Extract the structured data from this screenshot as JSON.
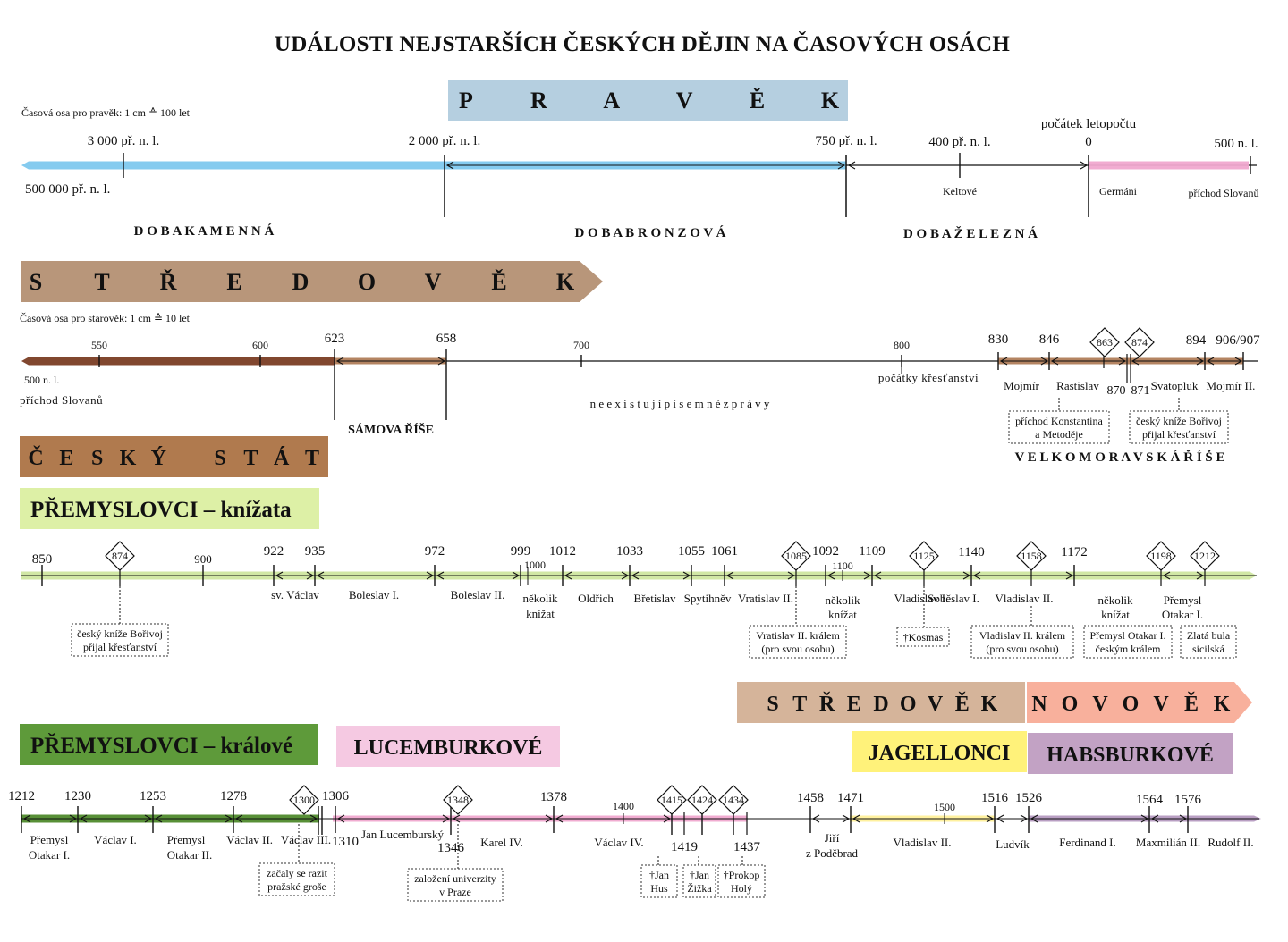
{
  "title": "UDÁLOSTI NEJSTARŠÍCH ČESKÝCH DĚJIN NA ČASOVÝCH OSÁCH",
  "colors": {
    "pravek_banner": "#b5cfe0",
    "stredovek_banner": "#b8967a",
    "cesky_stat": "#b07a4e",
    "kniza_banner": "#ddf0a6",
    "kralove_banner": "#5e9a3a",
    "lucemburkove_banner": "#f5c9e2",
    "jagellonci_banner": "#fff27a",
    "habsburkove_banner": "#c2a2c4",
    "novovek_banner": "#f8b09c",
    "stredovek2_banner": "#d5b49a",
    "axis_blue": "#7ec8ee",
    "axis_pink": "#f0a8cf",
    "axis_brown": "#b07d5a",
    "axis_dark_brown": "#7a3d24",
    "axis_green_light": "#cfe6a0",
    "axis_green_dark": "#4f8a2c",
    "axis_yellow": "#fff09a",
    "axis_purple": "#b59ac0"
  },
  "pravek": {
    "banner_letters": [
      "P",
      "R",
      "A",
      "V",
      "Ě",
      "K"
    ],
    "scale_note": "Časová osa pro pravěk: 1 cm ≙ 100 let",
    "labels_top": [
      "3 000 př. n. l.",
      "2 000 př. n. l.",
      "750 př. n. l.",
      "400 př. n. l.",
      "0",
      "500 n. l.",
      "počátek letopočtu"
    ],
    "labels_bottom": [
      "500 000 př. n. l.",
      "Keltové",
      "Germáni",
      "příchod Slovanů"
    ],
    "periods": [
      "D O B A    K A M E N N Á",
      "D O B A    B R O N Z O V Á",
      "D O B A    Ž E L E Z N Á"
    ]
  },
  "stredovek": {
    "banner_letters": [
      "S",
      "T",
      "Ř",
      "E",
      "D",
      "O",
      "V",
      "Ě",
      "K"
    ],
    "scale_note": "Časová osa pro starověk: 1 cm ≙ 10 let",
    "ticks": [
      "550",
      "600",
      "623",
      "658",
      "700",
      "800",
      "830",
      "846",
      "863",
      "874",
      "894",
      "906/907"
    ],
    "left_label_1": "500 n. l.",
    "left_label_2": "příchod Slovanů",
    "samova_rise": "SÁMOVA ŘÍŠE",
    "no_records": "n e e x i s t u j í    p í s e m n é    z p r á v y",
    "christianity_start": "počátky křesťanství",
    "rulers": [
      "Mojmír",
      "Rastislav",
      "870",
      "871",
      "Svatopluk",
      "Mojmír II."
    ],
    "note_1": [
      "příchod Konstantina",
      "a Metoděje"
    ],
    "note_2": [
      "český kníže Bořivoj",
      "přijal křesťanství"
    ],
    "velkomoravska": "V E L K O M O R A V S K Á    Ř Í Š E"
  },
  "cesky_stat": {
    "letters": [
      "Č",
      "E",
      "S",
      "K",
      "Ý",
      " ",
      "S",
      "T",
      "Á",
      "T"
    ]
  },
  "kniza": {
    "banner": "PŘEMYSLOVCI – knížata",
    "ticks": [
      "850",
      "874",
      "900",
      "922",
      "935",
      "972",
      "999",
      "1000",
      "1012",
      "1033",
      "1055",
      "1061",
      "1085",
      "1092",
      "1100",
      "1109",
      "1125",
      "1140",
      "1158",
      "1172",
      "1198",
      "1212"
    ],
    "rulers": [
      "sv. Václav",
      "Boleslav I.",
      "Boleslav II.",
      "několik",
      "knížat",
      "Oldřich",
      "Břetislav",
      "Spytihněv",
      "Vratislav II.",
      "několik",
      "knížat",
      "Vladislav I.",
      "Soběslav I.",
      "Vladislav II.",
      "několik",
      "knížat",
      "Přemysl",
      "Otakar I."
    ],
    "notes": [
      [
        "český kníže Bořivoj",
        "přijal křesťanství"
      ],
      [
        "Vratislav II. králem",
        "(pro svou osobu)"
      ],
      [
        "†Kosmas"
      ],
      [
        "Vladislav II. králem",
        "(pro svou osobu)"
      ],
      [
        "Přemysl Otakar I.",
        "českým králem"
      ],
      [
        "Zlatá bula",
        "sicilská"
      ]
    ]
  },
  "late": {
    "stredovek": [
      "S",
      "T",
      "Ř",
      "E",
      "D",
      "O",
      "V",
      "Ě",
      "K"
    ],
    "novovek": [
      "N",
      "O",
      "V",
      "O",
      "V",
      "Ě",
      "K"
    ],
    "kralove": "PŘEMYSLOVCI – králové",
    "lucemburkove": "LUCEMBURKOVÉ",
    "jagellonci": "JAGELLONCI",
    "habsburkove": "HABSBURKOVÉ",
    "ticks": [
      "1212",
      "1230",
      "1253",
      "1278",
      "1300",
      "1306",
      "1310",
      "1346",
      "1348",
      "1378",
      "1400",
      "1415",
      "1419",
      "1424",
      "1434",
      "1437",
      "1458",
      "1471",
      "1500",
      "1516",
      "1526",
      "1564",
      "1576"
    ],
    "rulers": [
      "Přemysl",
      "Otakar I.",
      "Václav I.",
      "Přemysl",
      "Otakar II.",
      "Václav II.",
      "Václav III.",
      "Jan Lucemburský",
      "Karel IV.",
      "Václav IV.",
      "Jiří",
      "z Poděbrad",
      "Vladislav II.",
      "Ludvík",
      "Ferdinand I.",
      "Maxmilián II.",
      "Rudolf II."
    ],
    "notes": [
      [
        "začaly se  razit",
        "pražské groše"
      ],
      [
        "založení univerzity",
        "v Praze"
      ],
      [
        "†Jan",
        "Hus"
      ],
      [
        "†Jan",
        "Žižka"
      ],
      [
        "†Prokop",
        "Holý"
      ]
    ]
  }
}
